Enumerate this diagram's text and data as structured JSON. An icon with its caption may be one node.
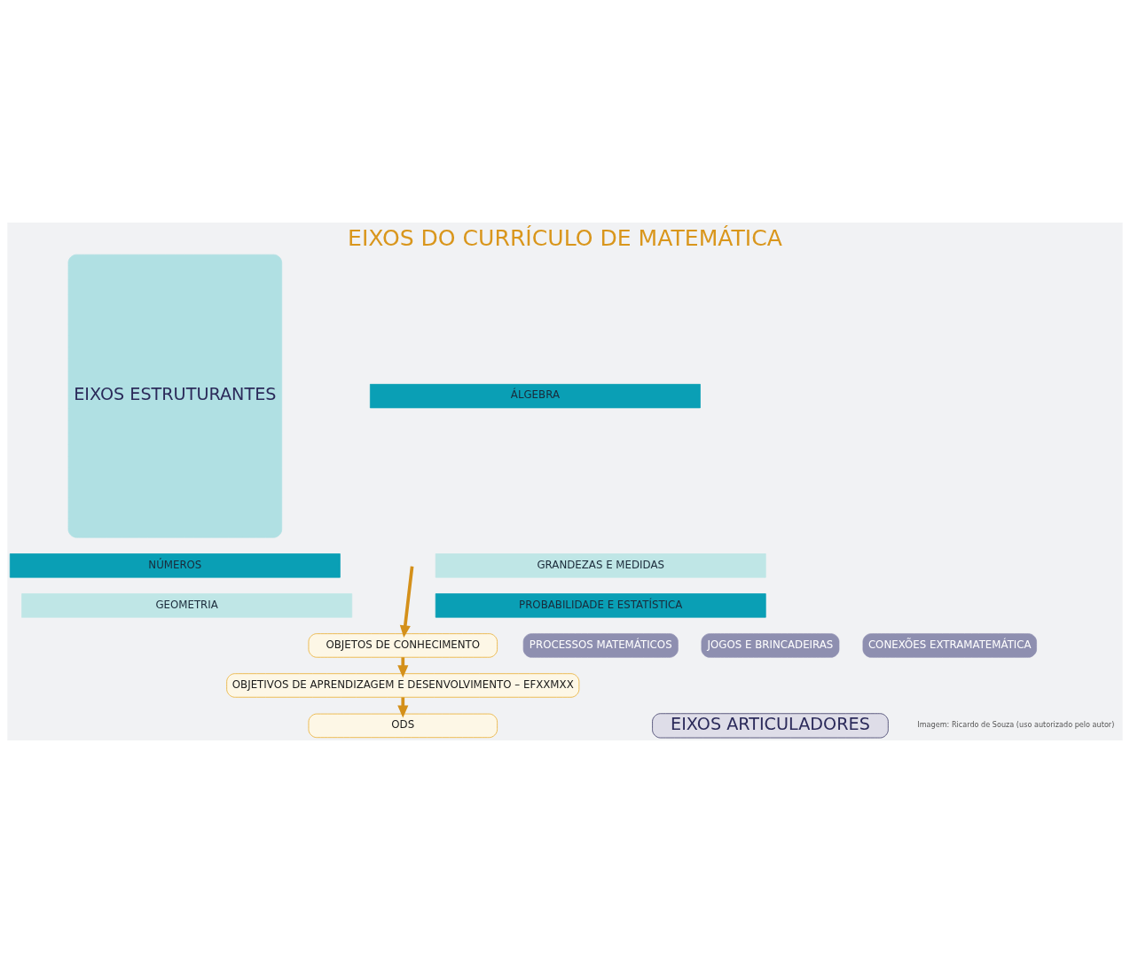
{
  "diagram": {
    "title": "EIXOS DO CURRÍCULO DE MATEMÁTICA",
    "nodes": [
      {
        "text": [
          "EIXOS ESTRUTURANTES"
        ]
      },
      {
        "text": [
          "NÚMEROS"
        ]
      },
      {
        "text": [
          "GEOMETRIA"
        ]
      },
      {
        "text": [
          "ÁLGEBRA"
        ]
      },
      {
        "text": [
          "GRANDEZAS E MEDIDAS"
        ]
      },
      {
        "text": [
          "PROBABILIDADE E ESTATÍSTICA"
        ]
      },
      {
        "text": [
          "JOGOS E BRINCADEIRAS"
        ]
      },
      {
        "text": [
          "PROCESSOS MATEMÁTICOS"
        ]
      },
      {
        "text": [
          "CONEXÕES EXTRAMATEMÁTICA"
        ]
      },
      {
        "text": [
          "EIXOS ARTICULADORES"
        ]
      },
      {
        "text": [
          "OBJETOS DE CONHECIMENTO"
        ]
      },
      {
        "text": [
          "OBJETIVOS DE APRENDIZAGEM E DESENVOLVIMENTO – EFXXMXX"
        ]
      },
      {
        "text": [
          "ODS"
        ]
      }
    ],
    "edges": [
      {
        "from": null,
        "to": 10,
        "arrow": "to"
      },
      {
        "from": 10,
        "to": 11,
        "arrow": "to"
      },
      {
        "from": 11,
        "to": 12,
        "arrow": "to"
      }
    ],
    "labels": [
      "Imagem: Ricardo de Souza (uso autorizado pelo autor)"
    ]
  }
}
